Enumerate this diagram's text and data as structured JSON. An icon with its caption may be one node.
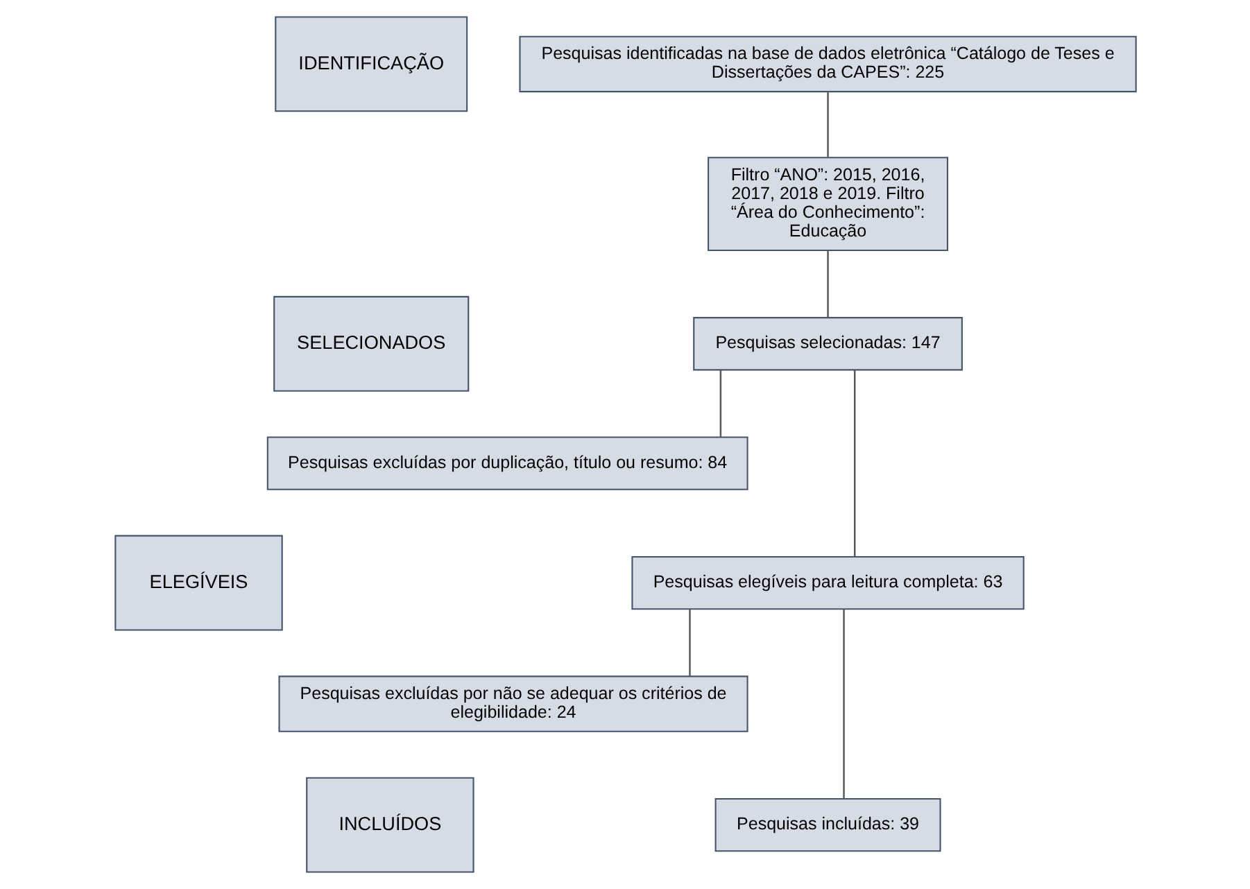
{
  "diagram": {
    "nodes": [
      {
        "text": [
          "IDENTIFICAÇÃO"
        ]
      },
      {
        "text": [
          "SELECIONADOS"
        ]
      },
      {
        "text": [
          "ELEGÍVEIS"
        ]
      },
      {
        "text": [
          "INCLUÍDOS"
        ]
      },
      {
        "text": [
          "Pesquisas identificadas na base de dados eletrônica “Catálogo de Teses e Dissertações da CAPES”: 225"
        ]
      },
      {
        "text": [
          "Filtro “ANO”: 2015, 2016, 2017, 2018 e 2019. Filtro “Área do Conhecimento”:  Educação"
        ]
      },
      {
        "text": [
          "Pesquisas selecionadas: 147"
        ]
      },
      {
        "text": [
          "Pesquisas excluídas por duplicação, título ou resumo: 84"
        ]
      },
      {
        "text": [
          "Pesquisas elegíveis para leitura completa: 63"
        ]
      },
      {
        "text": [
          "Pesquisas excluídas por não se adequar os critérios de elegibilidade: 24"
        ]
      },
      {
        "text": [
          "Pesquisas incluídas: 39"
        ]
      }
    ],
    "edges": [
      {
        "from": 4,
        "to": 5,
        "arrow": "none"
      },
      {
        "from": 5,
        "to": 6,
        "arrow": "none"
      },
      {
        "from": 6,
        "to": 7,
        "arrow": "none"
      },
      {
        "from": 6,
        "to": 8,
        "arrow": "none"
      },
      {
        "from": 8,
        "to": 9,
        "arrow": "none"
      },
      {
        "from": 8,
        "to": 10,
        "arrow": "none"
      }
    ]
  }
}
